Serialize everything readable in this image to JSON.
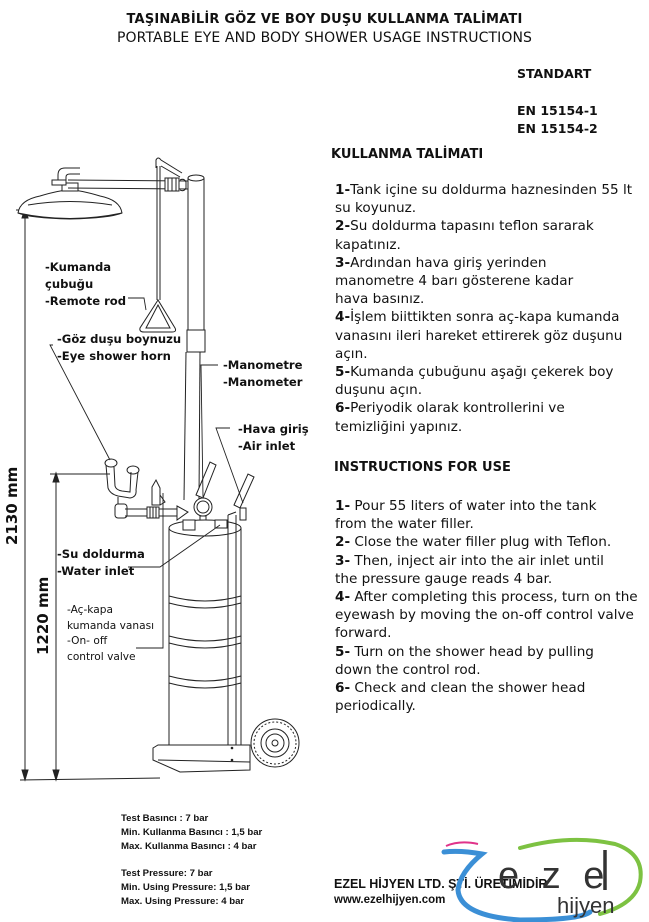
{
  "header": {
    "title_tr": "TAŞINABİLİR GÖZ VE BOY DUŞU KULLANMA TALİMATI",
    "title_en": "PORTABLE EYE AND BODY SHOWER USAGE INSTRUCTIONS"
  },
  "standard": {
    "label": "STANDART",
    "codes": [
      "EN 15154-1",
      "EN 15154-2"
    ]
  },
  "instructions_tr": {
    "heading": "KULLANMA TALİMATI",
    "steps": [
      {
        "num": "1-",
        "text": "Tank içine su doldurma haznesinden 55 lt su koyunuz."
      },
      {
        "num": "2-",
        "text": "Su doldurma tapasını teflon sararak kapatınız."
      },
      {
        "num": "3-",
        "text": "Ardından hava giriş yerinden manometre 4 barı gösterene kadar hava basınız."
      },
      {
        "num": "4-",
        "text": "İşlem biittikten sonra aç-kapa kumanda vanasını ileri hareket ettirerek göz duşunu açın."
      },
      {
        "num": "5-",
        "text": "Kumanda çubuğunu aşağı çekerek boy duşunu açın."
      },
      {
        "num": "6-",
        "text": "Periyodik olarak kontrollerini ve temizliğini yapınız."
      }
    ]
  },
  "instructions_en": {
    "heading": "INSTRUCTIONS FOR USE",
    "steps": [
      {
        "num": "1-",
        "text": " Pour 55 liters of water into the tank from the water filler."
      },
      {
        "num": "2-",
        "text": " Close the water filler plug with Teflon."
      },
      {
        "num": "3-",
        "text": " Then, inject air into the air inlet until the pressure gauge reads 4 bar."
      },
      {
        "num": "4-",
        "text": " After completing this process, turn on the eyewash by moving the on-off control valve forward."
      },
      {
        "num": "5-",
        "text": " Turn on the shower head by pulling down the control rod."
      },
      {
        "num": "6-",
        "text": " Check and clean the shower head periodically."
      }
    ]
  },
  "callouts": {
    "remote_rod": [
      "-Kumanda",
      "çubuğu",
      "-Remote rod"
    ],
    "eye_horn": [
      "-Göz duşu boynuzu",
      "-Eye shower horn"
    ],
    "manometer": [
      "-Manometre",
      "-Manometer"
    ],
    "air_inlet": [
      "-Hava giriş",
      "-Air inlet"
    ],
    "water_inlet": [
      "-Su doldurma",
      "-Water inlet"
    ],
    "control_valve": [
      "-Aç-kapa",
      "kumanda vanası",
      "-On- off",
      "control valve"
    ]
  },
  "dimensions": {
    "total_height": "2130 mm",
    "eyewash_height": "1220 mm"
  },
  "specs": {
    "tr": [
      "Test Basıncı : 7 bar",
      "Min. Kullanma Basıncı : 1,5 bar",
      "Max. Kullanma Basıncı : 4 bar"
    ],
    "en": [
      "Test Pressure: 7 bar",
      "Min. Using Pressure: 1,5 bar",
      "Max. Using Pressure: 4 bar"
    ]
  },
  "footer": {
    "company": "EZEL HİJYEN LTD. ŞTİ. ÜRETİMİDİR.",
    "website": "www.ezelhijyen.com"
  },
  "logo": {
    "brand": "ezel",
    "sub": "hijyen",
    "colors": {
      "blue": "#3b8fd6",
      "green": "#7dc242",
      "pink": "#e0338a",
      "text": "#333333"
    }
  }
}
